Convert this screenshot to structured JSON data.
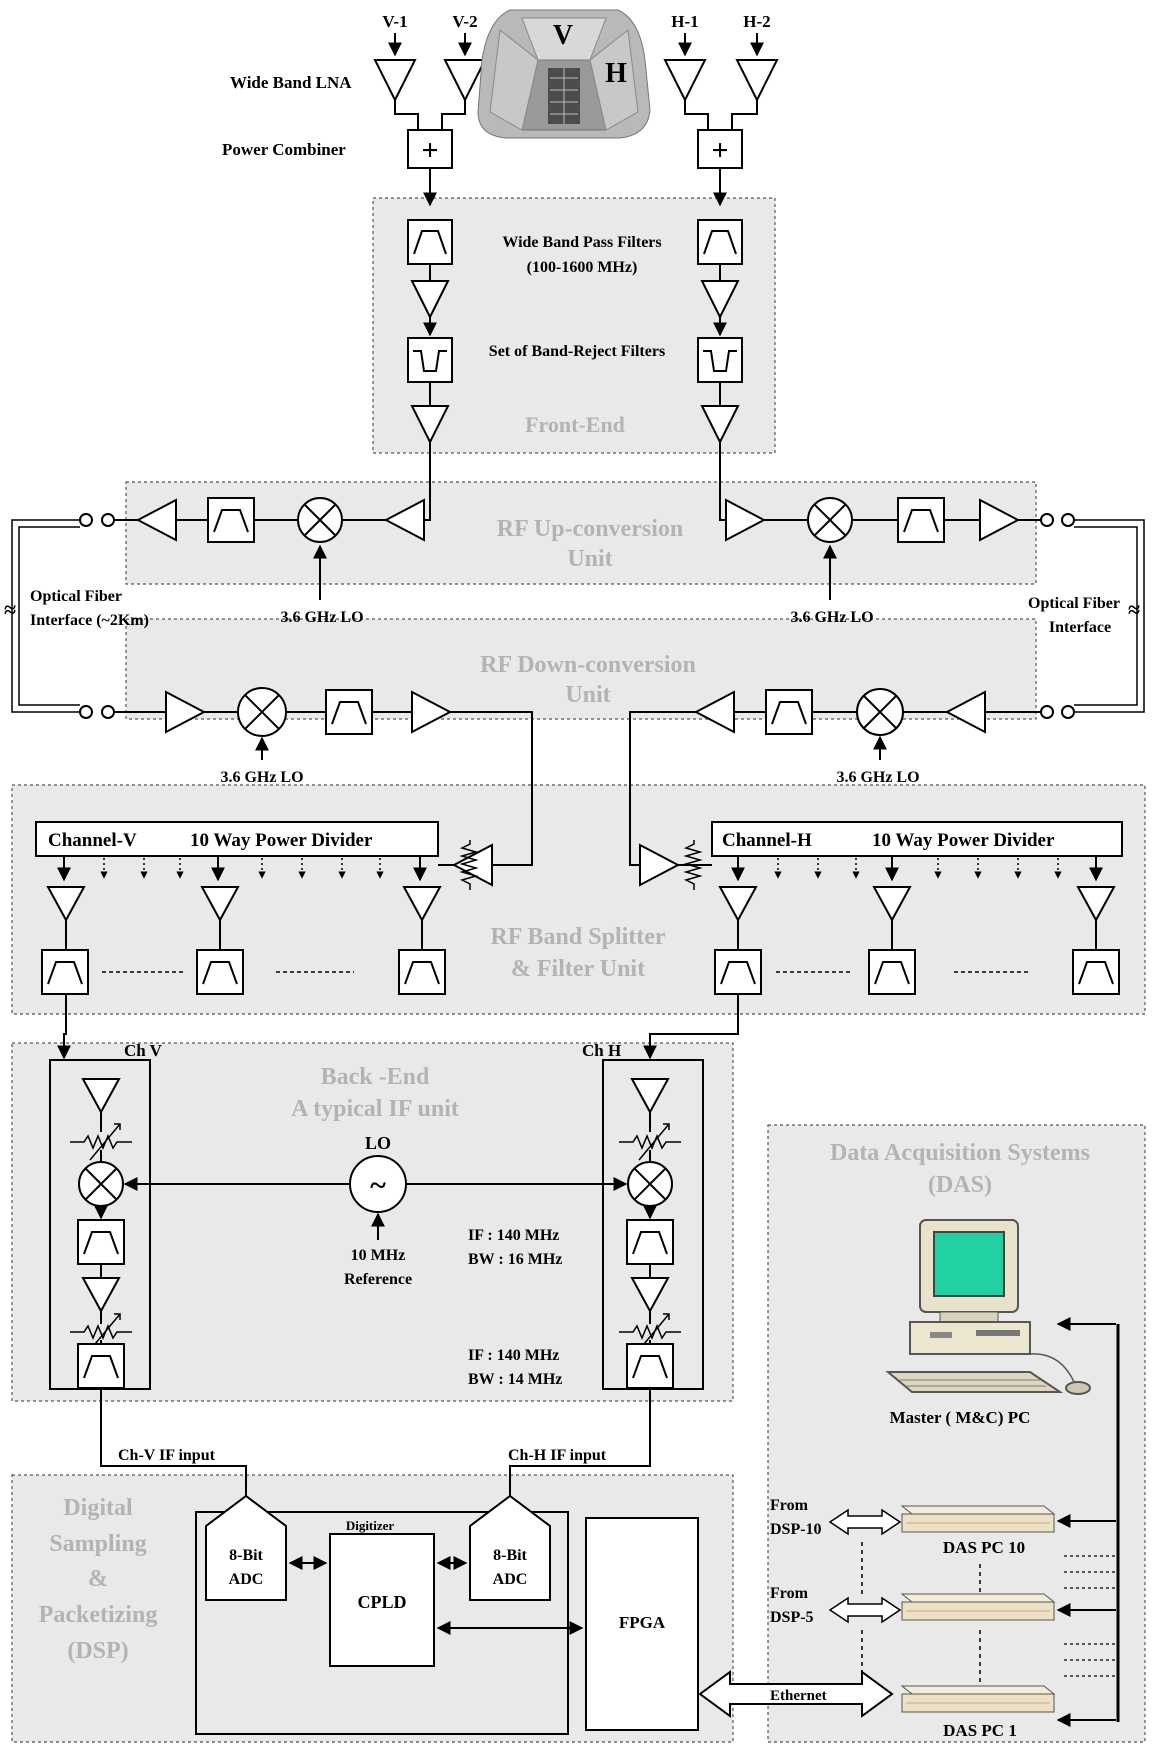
{
  "antenna": {
    "inputs": [
      "V-1",
      "V-2",
      "H-1",
      "H-2"
    ],
    "letters": [
      "V",
      "H"
    ],
    "lna_label": "Wide Band LNA",
    "combiner_label": "Power Combiner"
  },
  "front_end": {
    "title": "Front-End",
    "bpf_label": [
      "Wide Band Pass Filters",
      "(100-1600 MHz)"
    ],
    "brf_label": "Set of Band-Reject Filters"
  },
  "up_conversion": {
    "title": [
      "RF Up-conversion",
      "Unit"
    ],
    "lo_label": "3.6 GHz LO"
  },
  "optical": {
    "left_label": [
      "Optical Fiber",
      "Interface (~2Km)"
    ],
    "right_label": [
      "Optical Fiber",
      "Interface"
    ],
    "break_symbol": "≈"
  },
  "down_conversion": {
    "title": [
      "RF Down-conversion",
      "Unit"
    ],
    "lo_label": "3.6 GHz LO"
  },
  "splitter": {
    "title": [
      "RF Band Splitter",
      "& Filter Unit"
    ],
    "divider_v": [
      "Channel-V",
      "10 Way Power Divider"
    ],
    "divider_h": [
      "Channel-H",
      "10 Way Power Divider"
    ]
  },
  "back_end": {
    "title": [
      "Back -End",
      "A typical IF unit"
    ],
    "ch_v": "Ch  V",
    "ch_h": "Ch  H",
    "lo": "LO",
    "osc_symbol": "~",
    "reference": [
      "10 MHz",
      "Reference"
    ],
    "if1": [
      "IF : 140 MHz",
      "BW : 16 MHz"
    ],
    "if2": [
      "IF : 140 MHz",
      "BW : 14 MHz"
    ]
  },
  "dsp": {
    "title": [
      "Digital",
      "Sampling",
      "&",
      "Packetizing",
      "(DSP)"
    ],
    "ch_v_input": "Ch-V IF input",
    "ch_h_input": "Ch-H IF input",
    "digitizer": "Digitizer",
    "adc": [
      "8-Bit",
      "ADC"
    ],
    "cpld": "CPLD",
    "fpga": "FPGA",
    "ethernet": "Ethernet"
  },
  "das": {
    "title": [
      "Data Acquisition Systems",
      "(DAS)"
    ],
    "master": "Master ( M&C)  PC",
    "from10": [
      "From",
      "DSP-10"
    ],
    "from5": [
      "From",
      "DSP-5"
    ],
    "pc10": "DAS  PC 10",
    "pc1": "DAS  PC 1"
  },
  "colors": {
    "panel": "#e9e9e9",
    "section_title": "#b3b3b3",
    "monitor_screen": "#22d1a3",
    "pc_case": "#ece6cf"
  }
}
